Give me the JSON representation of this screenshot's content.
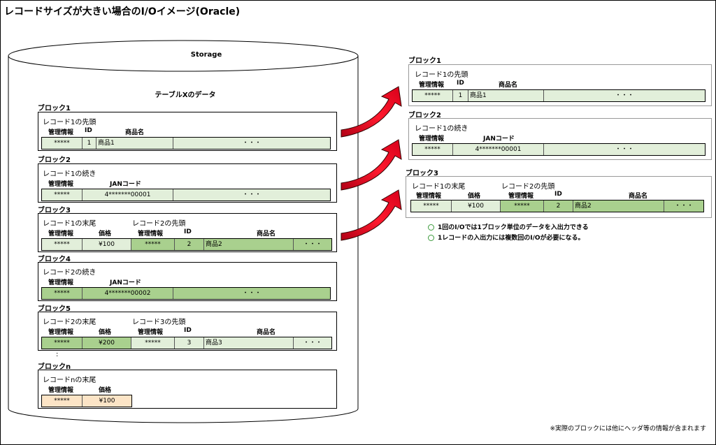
{
  "title": "レコードサイズが大きい場合のI/Oイメージ(Oracle)",
  "storage_label": "Storage",
  "table_title": "テーブルXのデータ",
  "left_blocks": [
    {
      "label": "ブロック1",
      "rec1": "レコード1の先頭",
      "rec2": "",
      "headers": [
        "管理情報",
        "ID",
        "商品名"
      ],
      "cells": [
        "*****",
        "1",
        "商品1",
        "・・・"
      ]
    },
    {
      "label": "ブロック2",
      "rec1": "レコード1の続き",
      "rec2": "",
      "headers": [
        "管理情報",
        "JANコード"
      ],
      "cells": [
        "*****",
        "4*******00001",
        "・・・"
      ]
    },
    {
      "label": "ブロック3",
      "rec1": "レコード1の末尾",
      "rec2": "レコード2の先頭",
      "headers": [
        "管理情報",
        "価格",
        "管理情報",
        "ID",
        "商品名"
      ],
      "cells": [
        "*****",
        "¥100",
        "*****",
        "2",
        "商品2",
        "・・・"
      ]
    },
    {
      "label": "ブロック4",
      "rec1": "レコード2の続き",
      "rec2": "",
      "headers": [
        "管理情報",
        "JANコード"
      ],
      "cells": [
        "*****",
        "4*******00002",
        "・・・"
      ]
    },
    {
      "label": "ブロック5",
      "rec1": "レコード2の末尾",
      "rec2": "レコード3の先頭",
      "headers": [
        "管理情報",
        "価格",
        "管理情報",
        "ID",
        "商品名"
      ],
      "cells": [
        "*****",
        "¥200",
        "*****",
        "3",
        "商品3",
        "・・・"
      ]
    },
    {
      "label": "ブロックn",
      "rec1": "レコードnの末尾",
      "rec2": "",
      "headers": [
        "管理情報",
        "価格"
      ],
      "cells": [
        "*****",
        "¥100"
      ]
    }
  ],
  "ellipsis": ":",
  "right_blocks": [
    {
      "label": "ブロック1",
      "rec1": "レコード1の先頭",
      "rec2": "",
      "headers": [
        "管理情報",
        "ID",
        "商品名"
      ],
      "cells": [
        "*****",
        "1",
        "商品1",
        "・・・"
      ]
    },
    {
      "label": "ブロック2",
      "rec1": "レコード1の続き",
      "rec2": "",
      "headers": [
        "管理情報",
        "JANコード"
      ],
      "cells": [
        "*****",
        "4*******00001",
        "・・・"
      ]
    },
    {
      "label": "ブロック3",
      "rec1": "レコード1の末尾",
      "rec2": "レコード2の先頭",
      "headers": [
        "管理情報",
        "価格",
        "管理情報",
        "ID",
        "商品名"
      ],
      "cells": [
        "*****",
        "¥100",
        "*****",
        "2",
        "商品2",
        "・・・"
      ]
    }
  ],
  "notes": [
    "1回のI/Oでは1ブロック単位のデータを入出力できる",
    "1レコードの入出力には複数回のI/Oが必要になる。"
  ],
  "footnote": "※実際のブロックには他にヘッダ等の情報が含まれます",
  "colors": {
    "arrow_red": "#e8001e",
    "cell_light": "#e2efda",
    "cell_dark": "#a9d08e",
    "cell_yellow": "#fce4c6",
    "bullet_green": "#3c9b3c"
  }
}
